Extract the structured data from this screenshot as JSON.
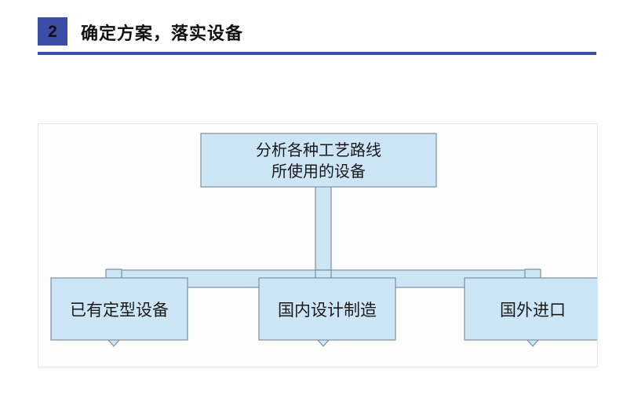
{
  "header": {
    "section_number": "2",
    "title": "确定方案，落实设备",
    "badge_color": "#3b4da5",
    "divider_color": "#3b4da5",
    "number_color": "#111111",
    "title_color": "#111111"
  },
  "diagram": {
    "panel_background": "#fdfdfd",
    "panel_border_color": "#e6e6e6",
    "node_fill": "#cde6f7",
    "node_border": "#7f8fa0",
    "connector_fill": "#cde6f7",
    "connector_border": "#7f8fa0",
    "root": {
      "line1": "分析各种工艺路线",
      "line2": "所使用的设备"
    },
    "branches": [
      {
        "label": "已有定型设备"
      },
      {
        "label": "国内设计制造"
      },
      {
        "label": "国外进口"
      }
    ]
  }
}
